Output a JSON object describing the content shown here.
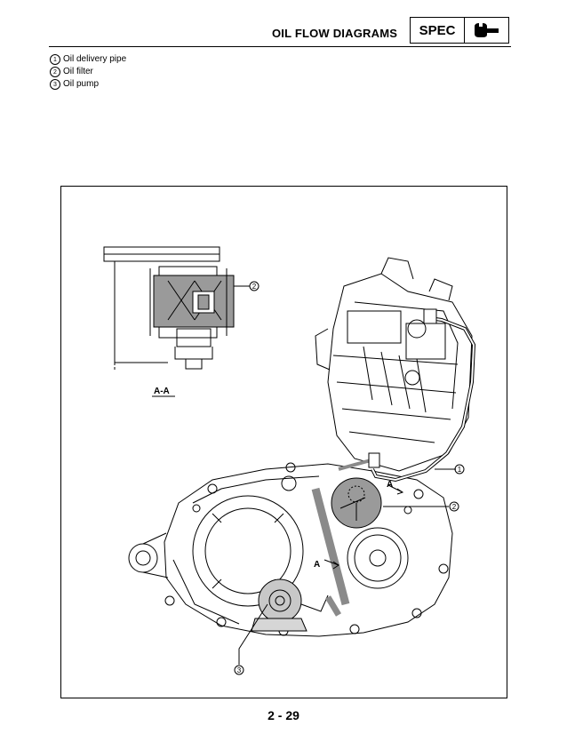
{
  "header": {
    "title": "OIL FLOW DIAGRAMS",
    "spec_label": "SPEC",
    "spec_icon": "wrench-icon"
  },
  "legend": {
    "items": [
      {
        "num": "1",
        "label": "Oil delivery pipe"
      },
      {
        "num": "2",
        "label": "Oil filter"
      },
      {
        "num": "3",
        "label": "Oil pump"
      }
    ]
  },
  "figure": {
    "section_label": "A-A",
    "section_marker_1": "A",
    "section_marker_2": "A",
    "callout_inset_filter": "2",
    "callout_pipe": "1",
    "callout_filter": "2",
    "callout_pump": "3"
  },
  "footer": {
    "page_number": "2 - 29"
  }
}
